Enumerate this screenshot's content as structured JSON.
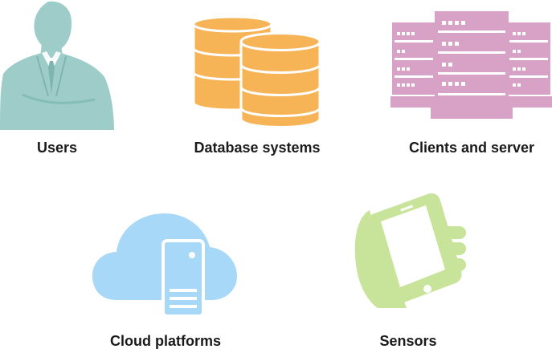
{
  "items": [
    {
      "label": "Users",
      "icon": "user-icon",
      "color": "#9ecdc9"
    },
    {
      "label": "Database systems",
      "icon": "database-icon",
      "color": "#f7b456"
    },
    {
      "label": "Clients and server",
      "icon": "server-icon",
      "color": "#d8a2c6"
    },
    {
      "label": "Cloud platforms",
      "icon": "cloud-server-icon",
      "color": "#a8d8f7"
    },
    {
      "label": "Sensors",
      "icon": "smartphone-icon",
      "color": "#c8e49a"
    }
  ]
}
